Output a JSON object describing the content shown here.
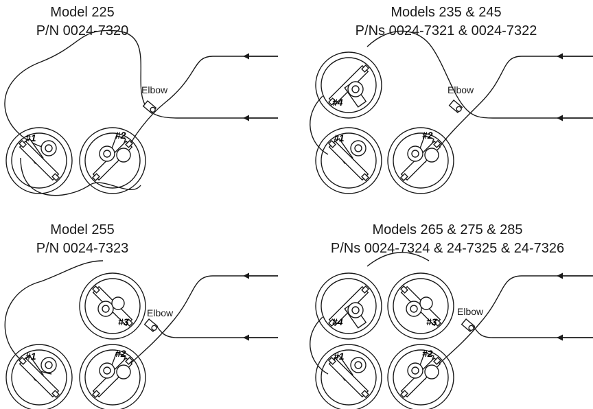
{
  "colors": {
    "line": "#1a1a1a",
    "background": "#ffffff"
  },
  "panels": [
    {
      "id": "p225",
      "title_line1": "Model 225",
      "title_line2": "P/N 0024-7320",
      "elbow_label": "Elbow",
      "pumps": [
        "#1",
        "#2"
      ]
    },
    {
      "id": "p235",
      "title_line1": "Models 235 & 245",
      "title_line2": "P/Ns 0024-7321 & 0024-7322",
      "elbow_label": "Elbow",
      "pumps": [
        "#1",
        "#2",
        "#4"
      ]
    },
    {
      "id": "p255",
      "title_line1": "Model 255",
      "title_line2": "P/N 0024-7323",
      "elbow_label": "Elbow",
      "pumps": [
        "#1",
        "#2",
        "#3"
      ]
    },
    {
      "id": "p265",
      "title_line1": "Models 265 & 275 & 285",
      "title_line2": "P/Ns 0024-7324 & 24-7325 & 24-7326",
      "elbow_label": "Elbow",
      "pumps": [
        "#1",
        "#2",
        "#3",
        "#4"
      ]
    }
  ]
}
